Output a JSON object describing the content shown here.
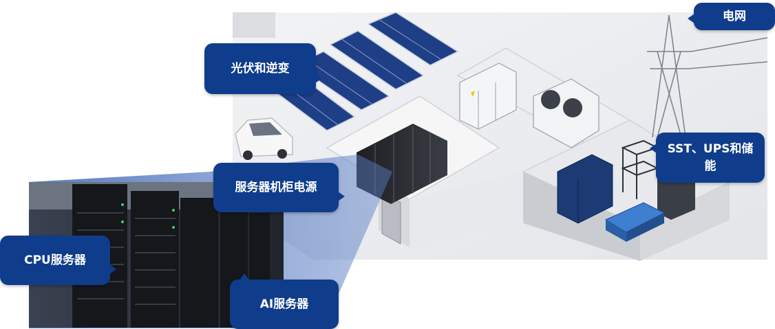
{
  "labels": {
    "grid": "电网",
    "pv_inverter": "光伏和逆变",
    "server_rack_psu": "服务器机柜电源",
    "sst_ups_storage": "SST、UPS和储能",
    "cpu_server": "CPU服务器",
    "ai_server": "AI服务器"
  },
  "colors": {
    "callout_bg": "#0f3d8c",
    "callout_text": "#ffffff",
    "highlight": "#1e4a9a"
  },
  "icons": [
    "solar-panel-icon",
    "server-cabinet-icon",
    "transmission-tower-icon",
    "battery-icon",
    "car-icon",
    "air-conditioner-icon"
  ]
}
